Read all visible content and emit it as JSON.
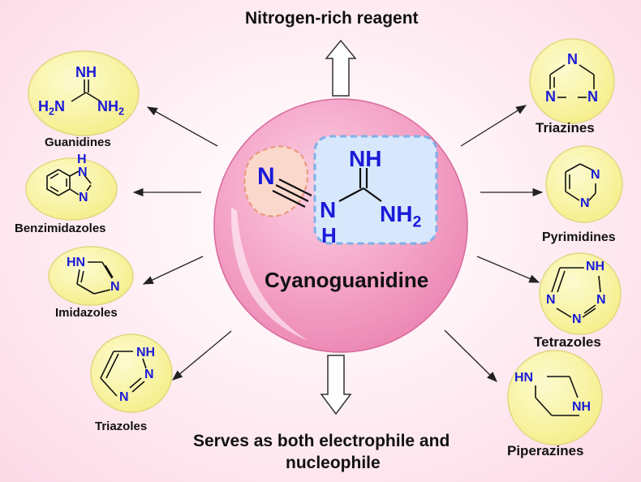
{
  "top_label": "Nitrogen-rich reagent",
  "bottom_label_line1": "Serves as both electrophile and",
  "bottom_label_line2": "nucleophile",
  "center": {
    "name": "Cyanoguanidine",
    "nh_top": "NH",
    "n_nitrile": "N",
    "nh2": "NH",
    "n_amine": "N",
    "h_amine": "H",
    "sub2": "2"
  },
  "left": [
    {
      "name": "Guanidines",
      "atoms": {
        "nh": "NH",
        "h2n": "H",
        "nh2": "NH",
        "sub": "2"
      }
    },
    {
      "name": "Benzimidazoles",
      "atoms": {
        "h": "H",
        "n1": "N",
        "n2": "N"
      }
    },
    {
      "name": "Imidazoles",
      "atoms": {
        "hn": "HN",
        "n": "N"
      }
    },
    {
      "name": "Triazoles",
      "atoms": {
        "nh": "NH",
        "n1": "N",
        "n2": "N"
      }
    }
  ],
  "right": [
    {
      "name": "Triazines",
      "atoms": {
        "n1": "N",
        "n2": "N",
        "n3": "N"
      }
    },
    {
      "name": "Pyrimidines",
      "atoms": {
        "n1": "N",
        "n2": "N"
      }
    },
    {
      "name": "Tetrazoles",
      "atoms": {
        "nh": "NH",
        "n1": "N",
        "n2": "N",
        "n3": "N"
      }
    },
    {
      "name": "Piperazines",
      "atoms": {
        "hn": "HN",
        "nh": "NH"
      }
    }
  ],
  "colors": {
    "center_sphere": "#f4a4c8",
    "circle_fill": "#f8f2a0",
    "circle_stroke": "#e6dc84",
    "atom_blue": "#1a1ad8",
    "guanidine_box": "#d8e8fc"
  }
}
